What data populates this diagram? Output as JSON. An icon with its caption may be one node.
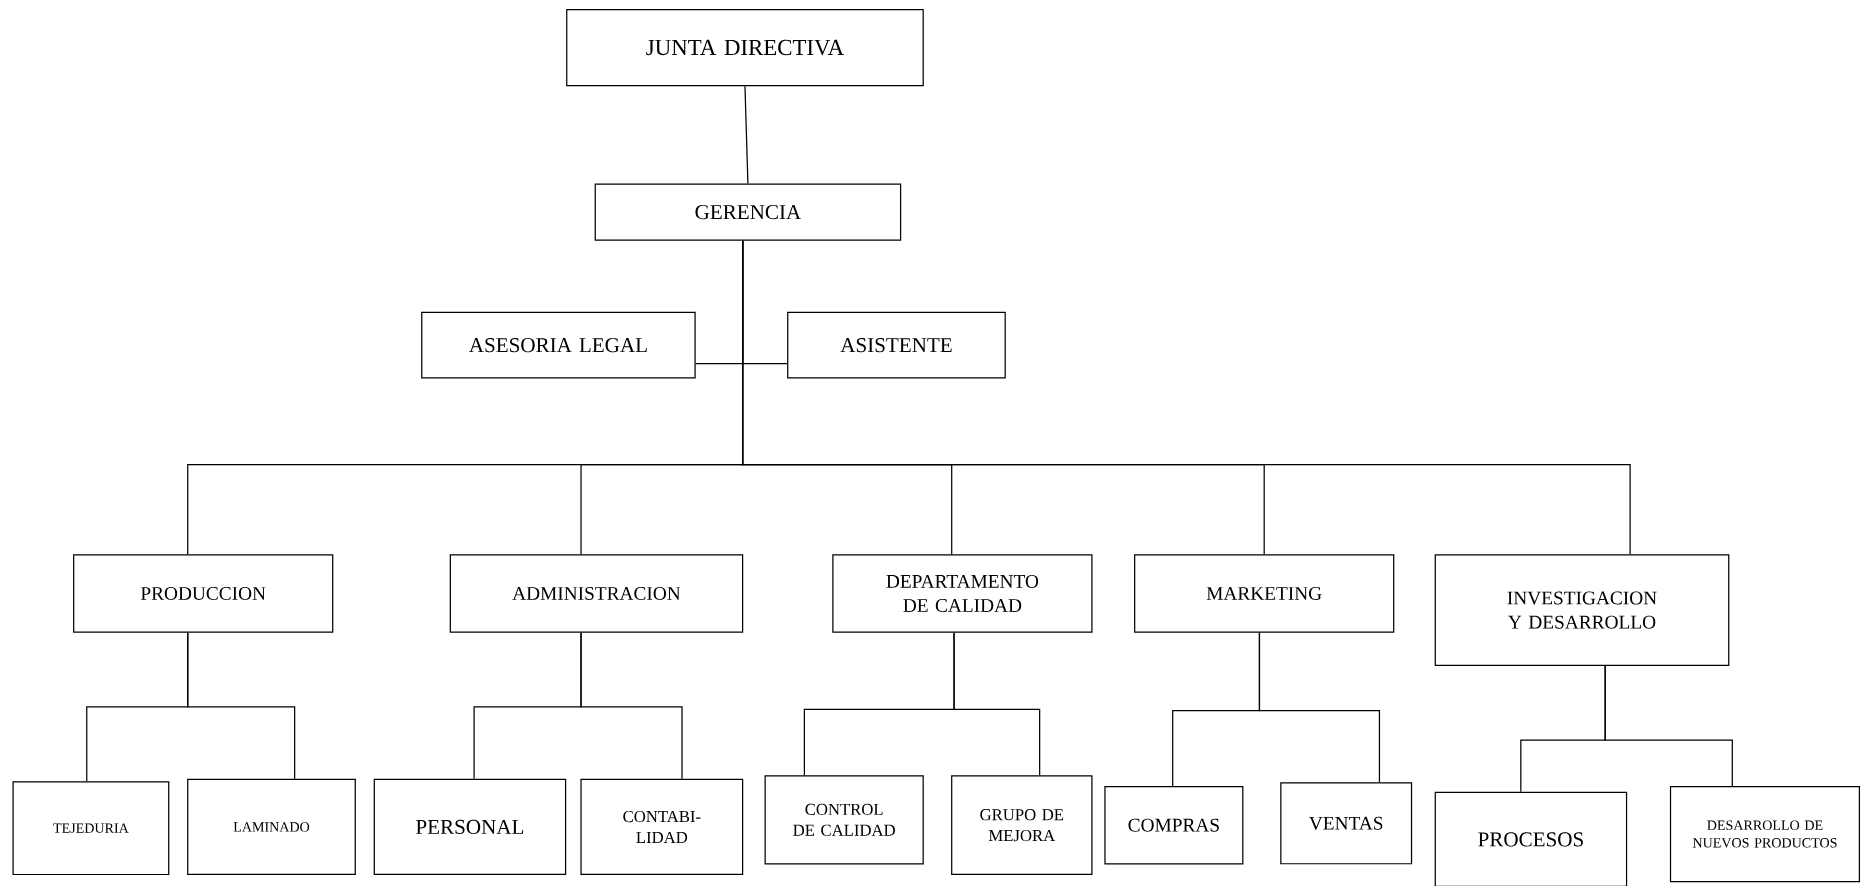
{
  "diagram": {
    "nodes": [
      {
        "text": [
          "JUNTA DIRECTIVA"
        ]
      },
      {
        "text": [
          "GERENCIA"
        ]
      },
      {
        "text": [
          "ASESORIA LEGAL"
        ]
      },
      {
        "text": [
          "ASISTENTE"
        ]
      },
      {
        "text": [
          "PRODUCCION"
        ]
      },
      {
        "text": [
          "ADMINISTRACION"
        ]
      },
      {
        "text": [
          "DEPARTAMENTO DE CALIDAD"
        ]
      },
      {
        "text": [
          "MARKETING"
        ]
      },
      {
        "text": [
          "INVESTIGACION Y DESARROLLO"
        ]
      },
      {
        "text": [
          "TEJEDURIA"
        ]
      },
      {
        "text": [
          "LAMINADO"
        ]
      },
      {
        "text": [
          "PERSONAL"
        ]
      },
      {
        "text": [
          "CONTABI-LIDAD"
        ]
      },
      {
        "text": [
          "CONTROL DE CALIDAD"
        ]
      },
      {
        "text": [
          "GRUPO DE MEJORA"
        ]
      },
      {
        "text": [
          "COMPRAS"
        ]
      },
      {
        "text": [
          "VENTAS"
        ]
      },
      {
        "text": [
          "PROCESOS"
        ]
      },
      {
        "text": [
          "DESARROLLO DE NUEVOS PRODUCTOS"
        ]
      }
    ],
    "edges": [
      {
        "from": 0,
        "to": 1,
        "arrow": "none"
      },
      {
        "from": 1,
        "to": 2,
        "arrow": "none"
      },
      {
        "from": 1,
        "to": 3,
        "arrow": "none"
      },
      {
        "from": 1,
        "to": 4,
        "arrow": "none"
      },
      {
        "from": 1,
        "to": 5,
        "arrow": "none"
      },
      {
        "from": 1,
        "to": 6,
        "arrow": "none"
      },
      {
        "from": 1,
        "to": 7,
        "arrow": "none"
      },
      {
        "from": 1,
        "to": 8,
        "arrow": "none"
      },
      {
        "from": 4,
        "to": 9,
        "arrow": "none"
      },
      {
        "from": 4,
        "to": 10,
        "arrow": "none"
      },
      {
        "from": 5,
        "to": 11,
        "arrow": "none"
      },
      {
        "from": 5,
        "to": 12,
        "arrow": "none"
      },
      {
        "from": 6,
        "to": 13,
        "arrow": "none"
      },
      {
        "from": 6,
        "to": 14,
        "arrow": "none"
      },
      {
        "from": 7,
        "to": 15,
        "arrow": "none"
      },
      {
        "from": 7,
        "to": 16,
        "arrow": "none"
      },
      {
        "from": 8,
        "to": 17,
        "arrow": "none"
      },
      {
        "from": 8,
        "to": 18,
        "arrow": "none"
      }
    ]
  }
}
